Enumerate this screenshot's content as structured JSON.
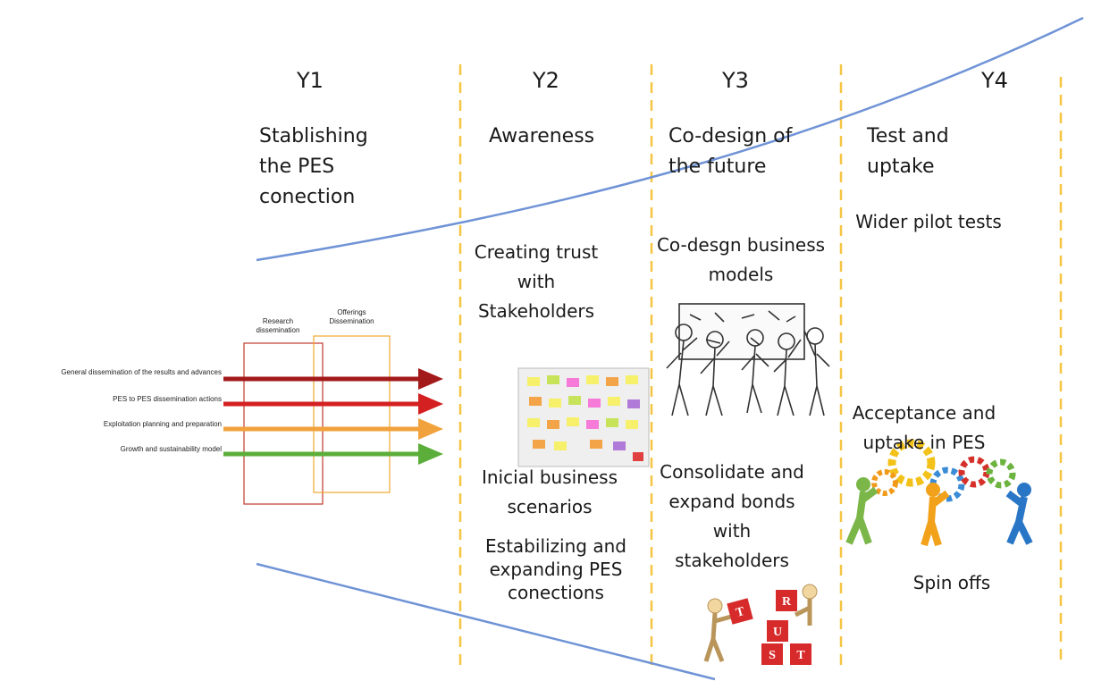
{
  "years": [
    {
      "label": "Y1",
      "phase": "Stablishing the PES conection"
    },
    {
      "label": "Y2",
      "phase": "Awareness"
    },
    {
      "label": "Y3",
      "phase": "Co-design of the future"
    },
    {
      "label": "Y4",
      "phase": "Test and uptake"
    }
  ],
  "activities": {
    "y2_trust": "Creating trust with Stakeholders",
    "y2_scenarios": "Inicial business scenarios",
    "y2_stabilizing": "Estabilizing and expanding PES conections",
    "y3_codesign": "Co-desgn business models",
    "y3_consolidate": "Consolidate and expand bonds with stakeholders",
    "y4_pilot": "Wider pilot tests",
    "y4_acceptance": "Acceptance and uptake in PES",
    "y4_spinoffs": "Spin offs"
  },
  "streams": {
    "box1_label": "Research dissemination",
    "box2_label": "Offerings Dissemination",
    "arrows": [
      {
        "label": "General dissemination of the results and advances",
        "color": "#a31a1a"
      },
      {
        "label": "PES to PES dissemination actions",
        "color": "#d42020"
      },
      {
        "label": "Exploitation planning and preparation",
        "color": "#f2a23c"
      },
      {
        "label": "Growth and sustainability model",
        "color": "#5cae3a"
      }
    ]
  },
  "cube_letters": [
    "T",
    "R",
    "U",
    "S",
    "T"
  ],
  "colors": {
    "divider": "#f5c542",
    "funnel": "#6f93d6",
    "box1": "#c0392b",
    "box2": "#f0a830"
  }
}
